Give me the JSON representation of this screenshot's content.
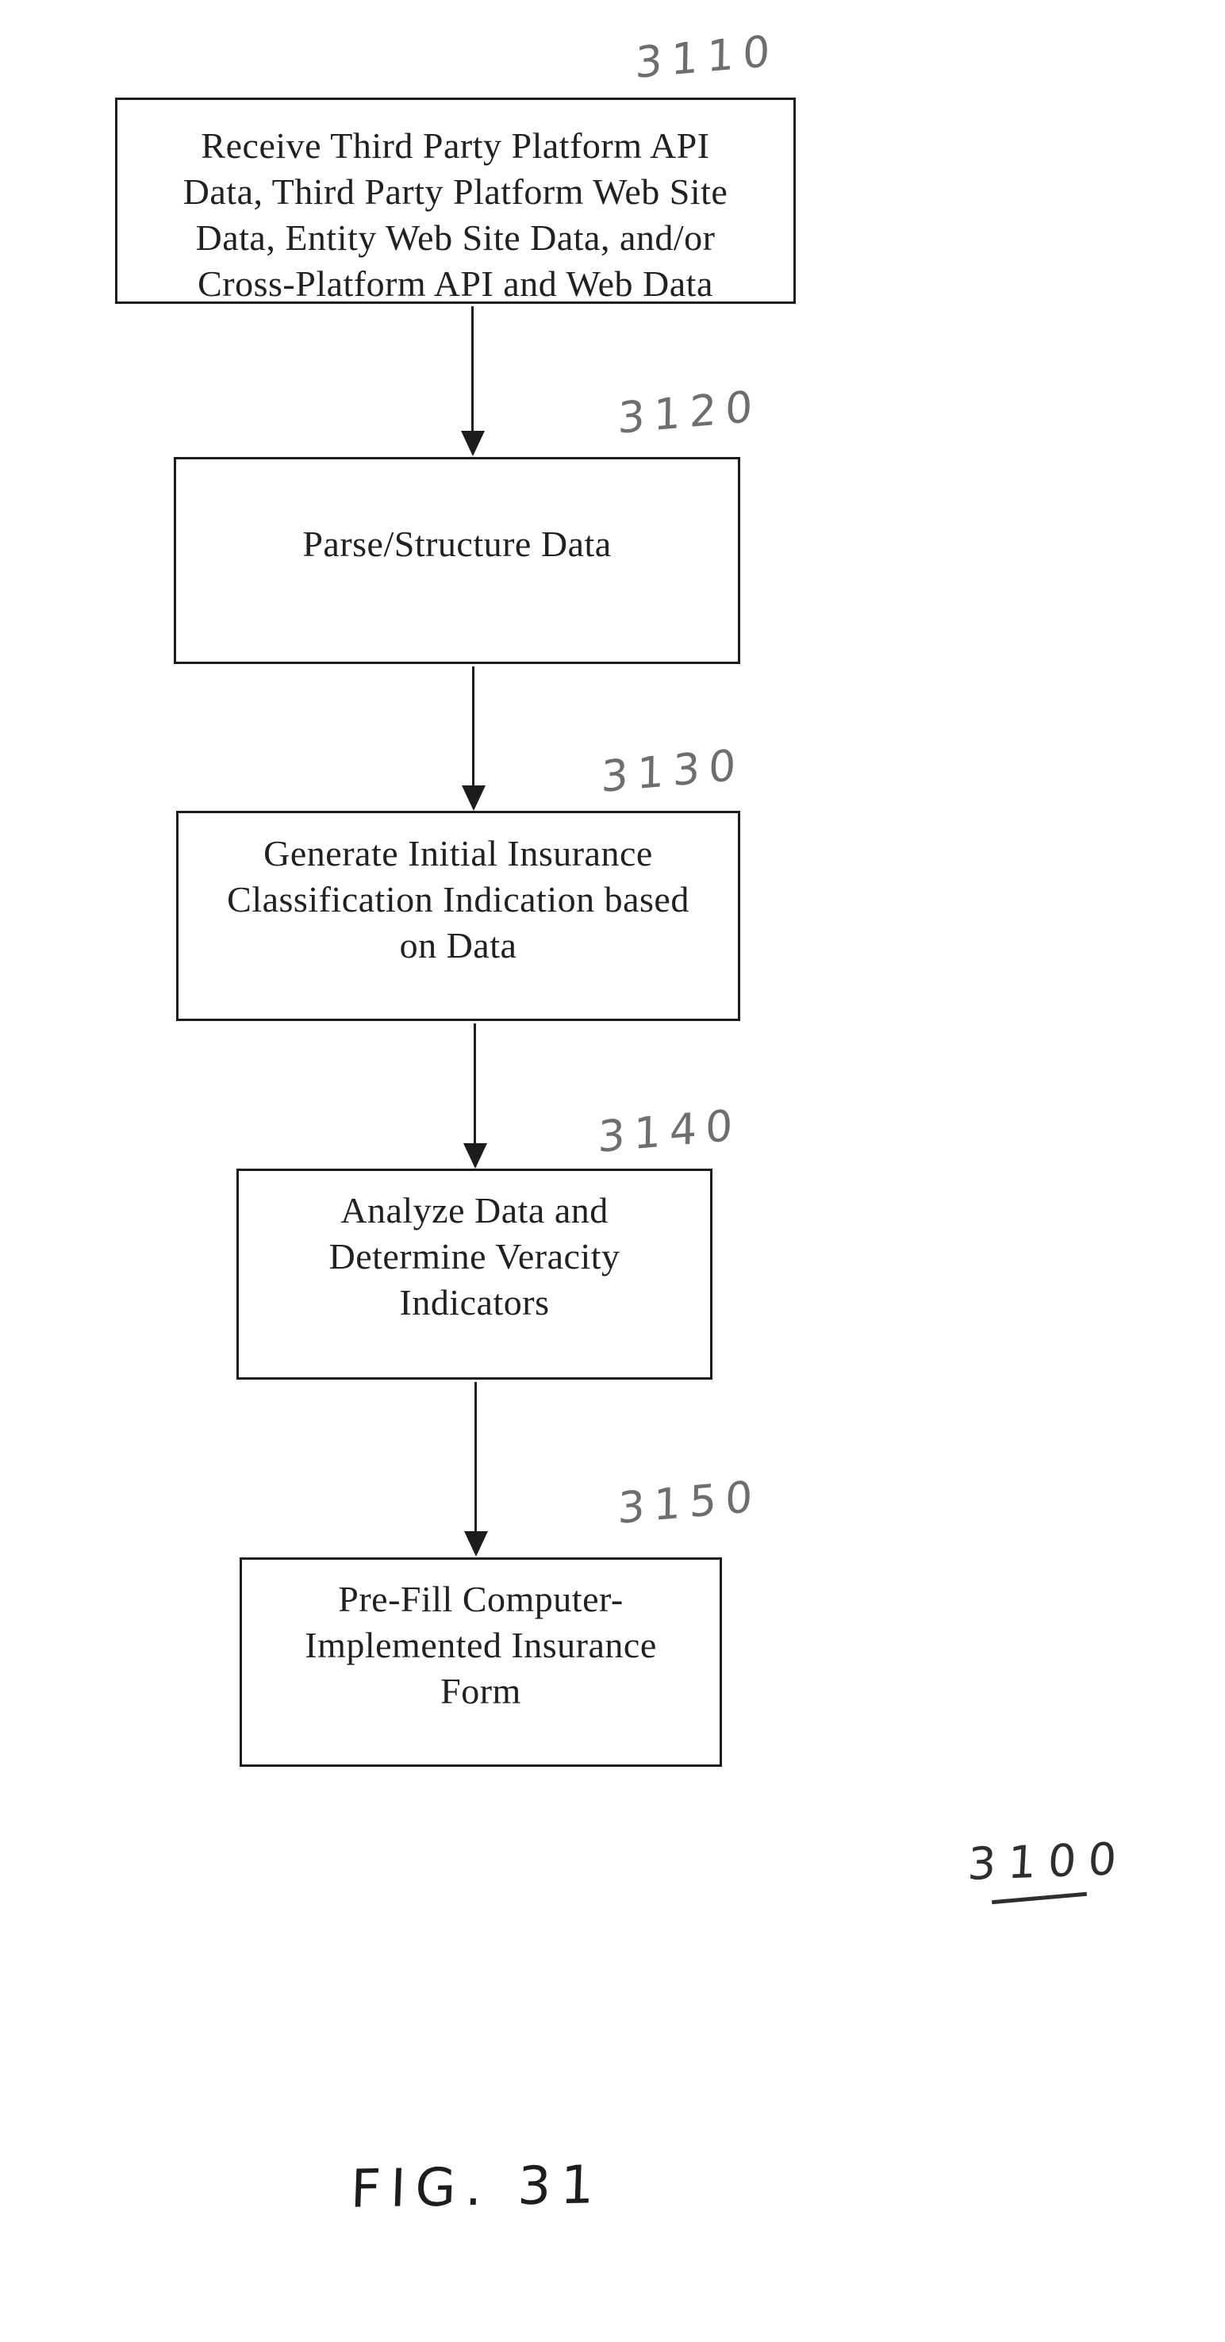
{
  "figure": {
    "caption": "FIG. 31",
    "diagram_reference": "3100",
    "steps": [
      {
        "id": "3110",
        "text": "Receive Third Party Platform API\nData, Third Party Platform Web Site\nData, Entity Web Site Data, and/or\nCross-Platform API and Web Data"
      },
      {
        "id": "3120",
        "text": "Parse/Structure Data"
      },
      {
        "id": "3130",
        "text": "Generate Initial Insurance\nClassification Indication based\non Data"
      },
      {
        "id": "3140",
        "text": "Analyze Data and\nDetermine Veracity\nIndicators"
      },
      {
        "id": "3150",
        "text": "Pre-Fill Computer-\nImplemented Insurance\nForm"
      }
    ],
    "colors": {
      "box_border": "#1c1c1c",
      "box_text": "#212121",
      "handwritten_label": "#6e6e6e",
      "handwritten_dark": "#2e2e2e",
      "background": "#ffffff"
    }
  }
}
